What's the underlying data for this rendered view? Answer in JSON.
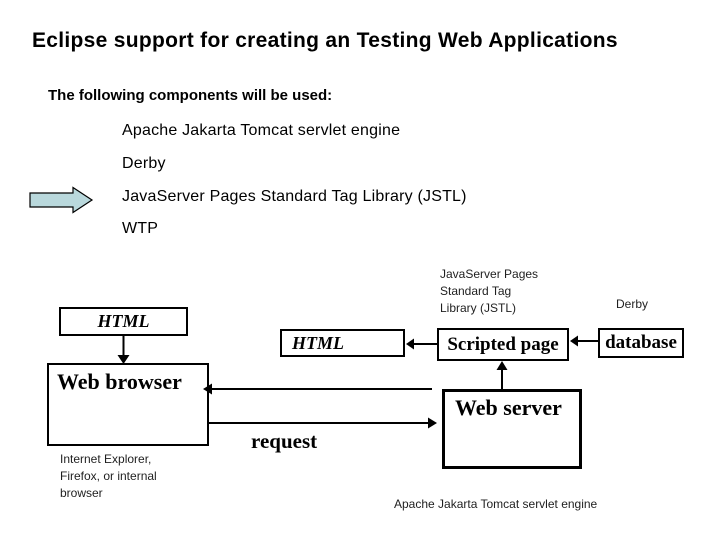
{
  "slide": {
    "title": "Eclipse support for creating an Testing Web Applications",
    "intro": "The following components will be used:",
    "bullets": [
      "Apache Jakarta Tomcat servlet engine",
      "Derby",
      "JavaServer Pages Standard Tag Library (JSTL)",
      "WTP"
    ]
  },
  "diagram": {
    "jstl_note": {
      "line1": "JavaServer Pages",
      "line2": "Standard Tag",
      "line3": "Library (JSTL)"
    },
    "derby_note": "Derby",
    "boxes": {
      "html_top": "HTML",
      "html_mid": "HTML",
      "scripted_page": "Scripted page",
      "database": "database",
      "web_browser": "Web browser",
      "web_server": "Web server"
    },
    "labels": {
      "request": "request",
      "browser_note_line1": "Internet Explorer,",
      "browser_note_line2": "Firefox, or internal",
      "browser_note_line3": "browser",
      "tomcat_note": "Apache Jakarta Tomcat servlet engine"
    }
  },
  "colors": {
    "background": "#ffffff",
    "text": "#000000",
    "block_arrow_fill": "#b9d8dc",
    "line": "#000000"
  }
}
